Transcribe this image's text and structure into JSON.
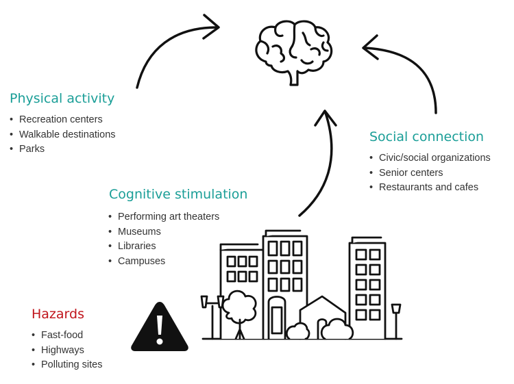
{
  "colors": {
    "teal": "#1a9e97",
    "red": "#c0141b",
    "ink": "#111111"
  },
  "icons": [
    "brain-icon",
    "warning-icon",
    "city-icon",
    "arrow-icon"
  ],
  "physical": {
    "title": "Physical activity",
    "items": [
      "Recreation centers",
      "Walkable destinations",
      "Parks"
    ]
  },
  "social": {
    "title": "Social connection",
    "items": [
      "Civic/social organizations",
      "Senior centers",
      "Restaurants and cafes"
    ]
  },
  "cognitive": {
    "title": "Cognitive stimulation",
    "items": [
      "Performing art theaters",
      "Museums",
      "Libraries",
      "Campuses"
    ]
  },
  "hazards": {
    "title": "Hazards",
    "items": [
      "Fast-food",
      "Highways",
      "Polluting sites"
    ]
  }
}
